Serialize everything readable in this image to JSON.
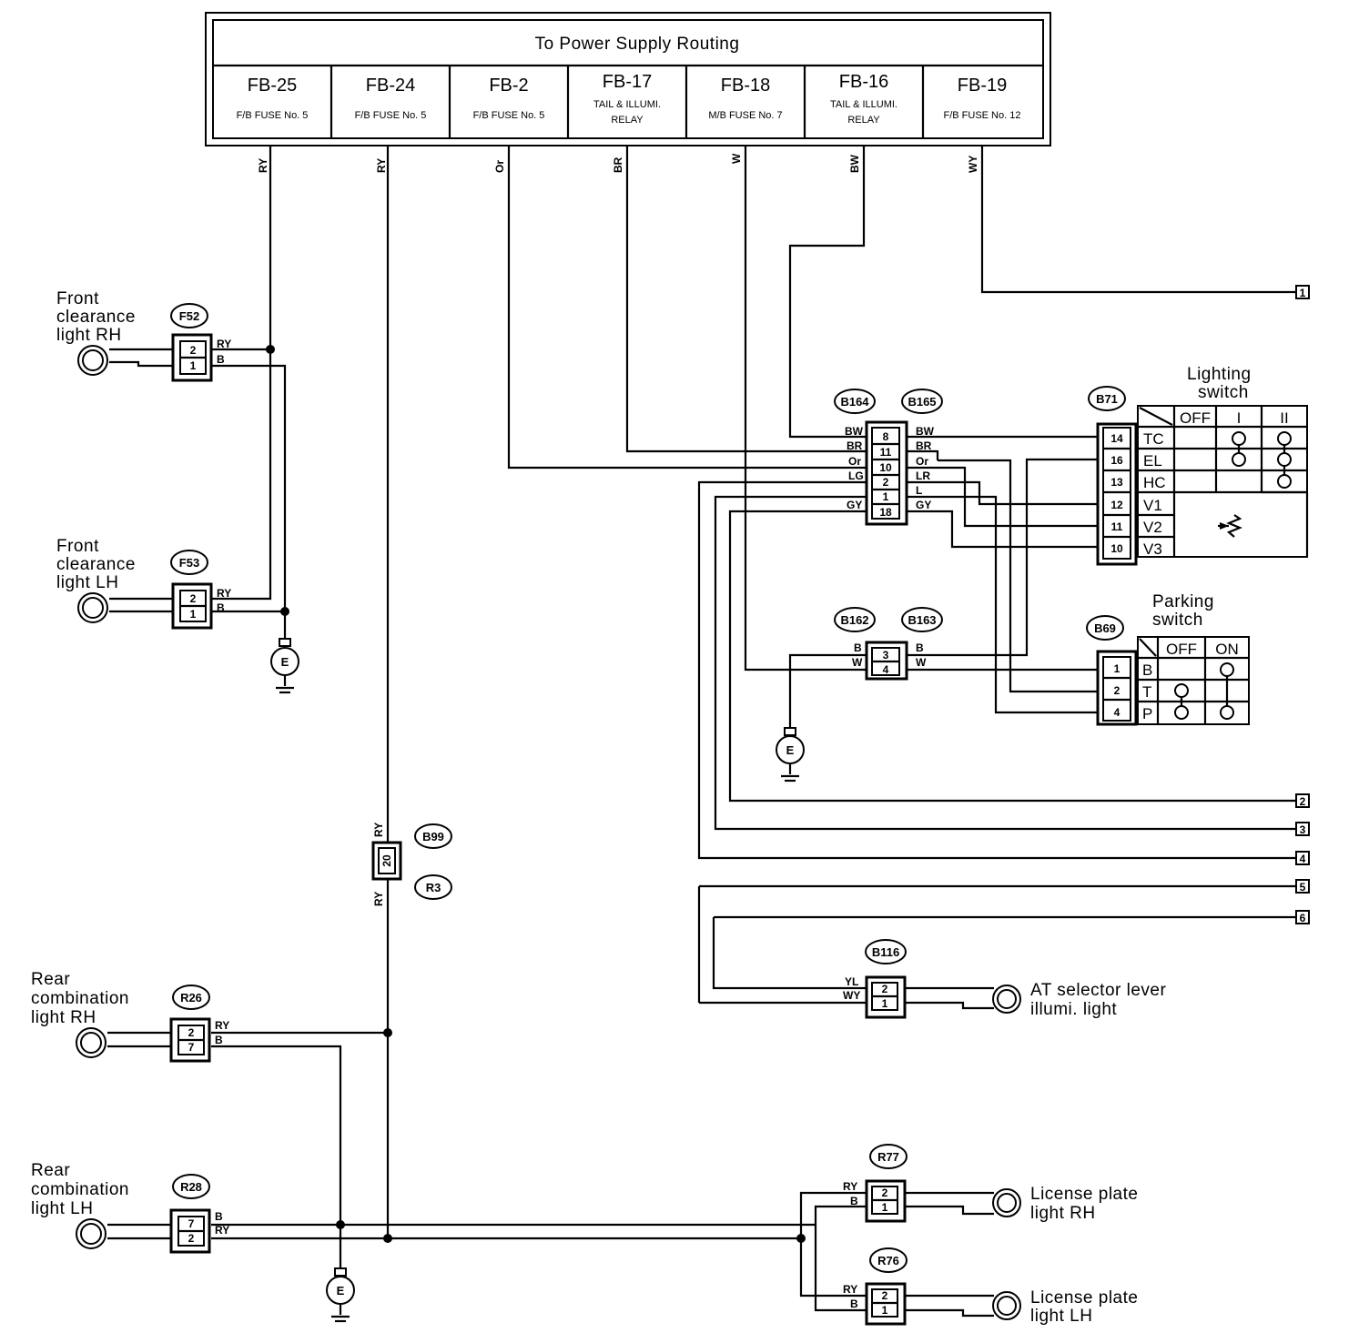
{
  "header": {
    "title": "To Power Supply Routing",
    "fuses": [
      {
        "id": "FB-25",
        "desc1": "F/B FUSE No. 5",
        "desc2": ""
      },
      {
        "id": "FB-24",
        "desc1": "F/B FUSE No. 5",
        "desc2": ""
      },
      {
        "id": "FB-2",
        "desc1": "F/B FUSE No. 5",
        "desc2": ""
      },
      {
        "id": "FB-17",
        "desc1": "TAIL & ILLUMI.",
        "desc2": "RELAY"
      },
      {
        "id": "FB-18",
        "desc1": "M/B FUSE No. 7",
        "desc2": ""
      },
      {
        "id": "FB-16",
        "desc1": "TAIL & ILLUMI.",
        "desc2": "RELAY"
      },
      {
        "id": "FB-19",
        "desc1": "F/B FUSE No. 12",
        "desc2": ""
      }
    ]
  },
  "wire_colors": {
    "fb25": "RY",
    "fb24": "RY",
    "fb2": "Or",
    "fb17": "BR",
    "fb18": "W",
    "fb16": "BW",
    "fb19": "WY"
  },
  "components": {
    "front_rh": {
      "line1": "Front",
      "line2": "clearance",
      "line3": "light RH",
      "connector": "F52",
      "pins": [
        "2",
        "1"
      ],
      "wires": [
        "RY",
        "B"
      ]
    },
    "front_lh": {
      "line1": "Front",
      "line2": "clearance",
      "line3": "light LH",
      "connector": "F53",
      "pins": [
        "2",
        "1"
      ],
      "wires": [
        "RY",
        "B"
      ]
    },
    "rear_rh": {
      "line1": "Rear",
      "line2": "combination",
      "line3": "light RH",
      "connector": "R26",
      "pins": [
        "2",
        "7"
      ],
      "wires": [
        "RY",
        "B"
      ]
    },
    "rear_lh": {
      "line1": "Rear",
      "line2": "combination",
      "line3": "light LH",
      "connector": "R28",
      "pins": [
        "7",
        "2"
      ],
      "wires": [
        "B",
        "RY"
      ]
    },
    "b99": {
      "connector_a": "B99",
      "connector_b": "R3",
      "pin": "20",
      "wire_top": "RY",
      "wire_bottom": "RY"
    },
    "b164": {
      "connector_a": "B164",
      "connector_b": "B165",
      "pins": [
        "8",
        "11",
        "10",
        "2",
        "1",
        "18"
      ],
      "left_wires": [
        "BW",
        "BR",
        "Or",
        "LG",
        "",
        "GY"
      ],
      "right_wires": [
        "BW",
        "BR",
        "Or",
        "LR",
        "L",
        "GY"
      ]
    },
    "b162": {
      "connector_a": "B162",
      "connector_b": "B163",
      "pins": [
        "3",
        "4"
      ],
      "left_wires": [
        "B",
        "W"
      ],
      "right_wires": [
        "B",
        "W"
      ]
    },
    "lighting_switch": {
      "title1": "Lighting",
      "title2": "switch",
      "connector": "B71",
      "pins": [
        "14",
        "16",
        "13",
        "12",
        "11",
        "10"
      ],
      "terms": [
        "TC",
        "EL",
        "HC",
        "V1",
        "V2",
        "V3"
      ],
      "positions": [
        "OFF",
        "I",
        "II"
      ]
    },
    "parking_switch": {
      "title1": "Parking",
      "title2": "switch",
      "connector": "B69",
      "pins": [
        "1",
        "2",
        "4"
      ],
      "terms": [
        "B",
        "T",
        "P"
      ],
      "positions": [
        "OFF",
        "ON"
      ]
    },
    "at_selector": {
      "line1": "AT selector lever",
      "line2": "illumi. light",
      "connector": "B116",
      "pins": [
        "2",
        "1"
      ],
      "wires": [
        "YL",
        "WY"
      ]
    },
    "license_rh": {
      "line1": "License plate",
      "line2": "light RH",
      "connector": "R77",
      "pins": [
        "2",
        "1"
      ],
      "wires": [
        "RY",
        "B"
      ]
    },
    "license_lh": {
      "line1": "License plate",
      "line2": "light LH",
      "connector": "R76",
      "pins": [
        "2",
        "1"
      ],
      "wires": [
        "RY",
        "B"
      ]
    }
  },
  "ground_label": "E",
  "continuations": [
    "1",
    "2",
    "3",
    "4",
    "5",
    "6"
  ]
}
